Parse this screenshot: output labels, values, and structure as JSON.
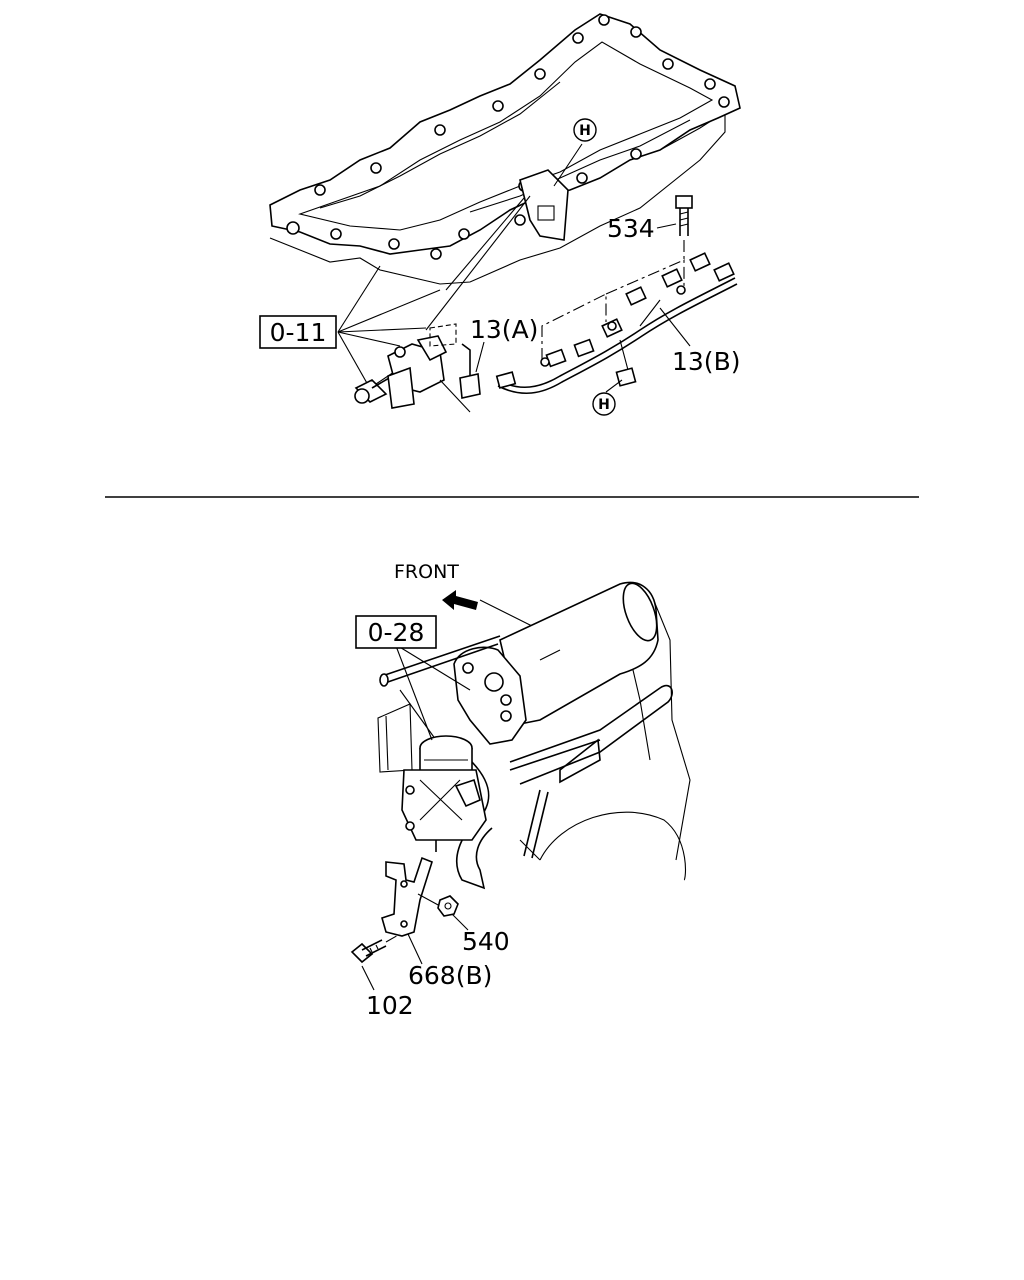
{
  "upper_diagram": {
    "ref_box_label": "0-11",
    "labels": {
      "part_534": "534",
      "part_13a": "13(A)",
      "part_13b": "13(B)"
    },
    "circle_marks": [
      "H",
      "H"
    ]
  },
  "lower_diagram": {
    "direction_label": "FRONT",
    "ref_box_label": "0-28",
    "labels": {
      "part_540": "540",
      "part_668b": "668(B)",
      "part_102": "102"
    }
  },
  "colors": {
    "ink": "#000000",
    "paper": "#ffffff"
  }
}
